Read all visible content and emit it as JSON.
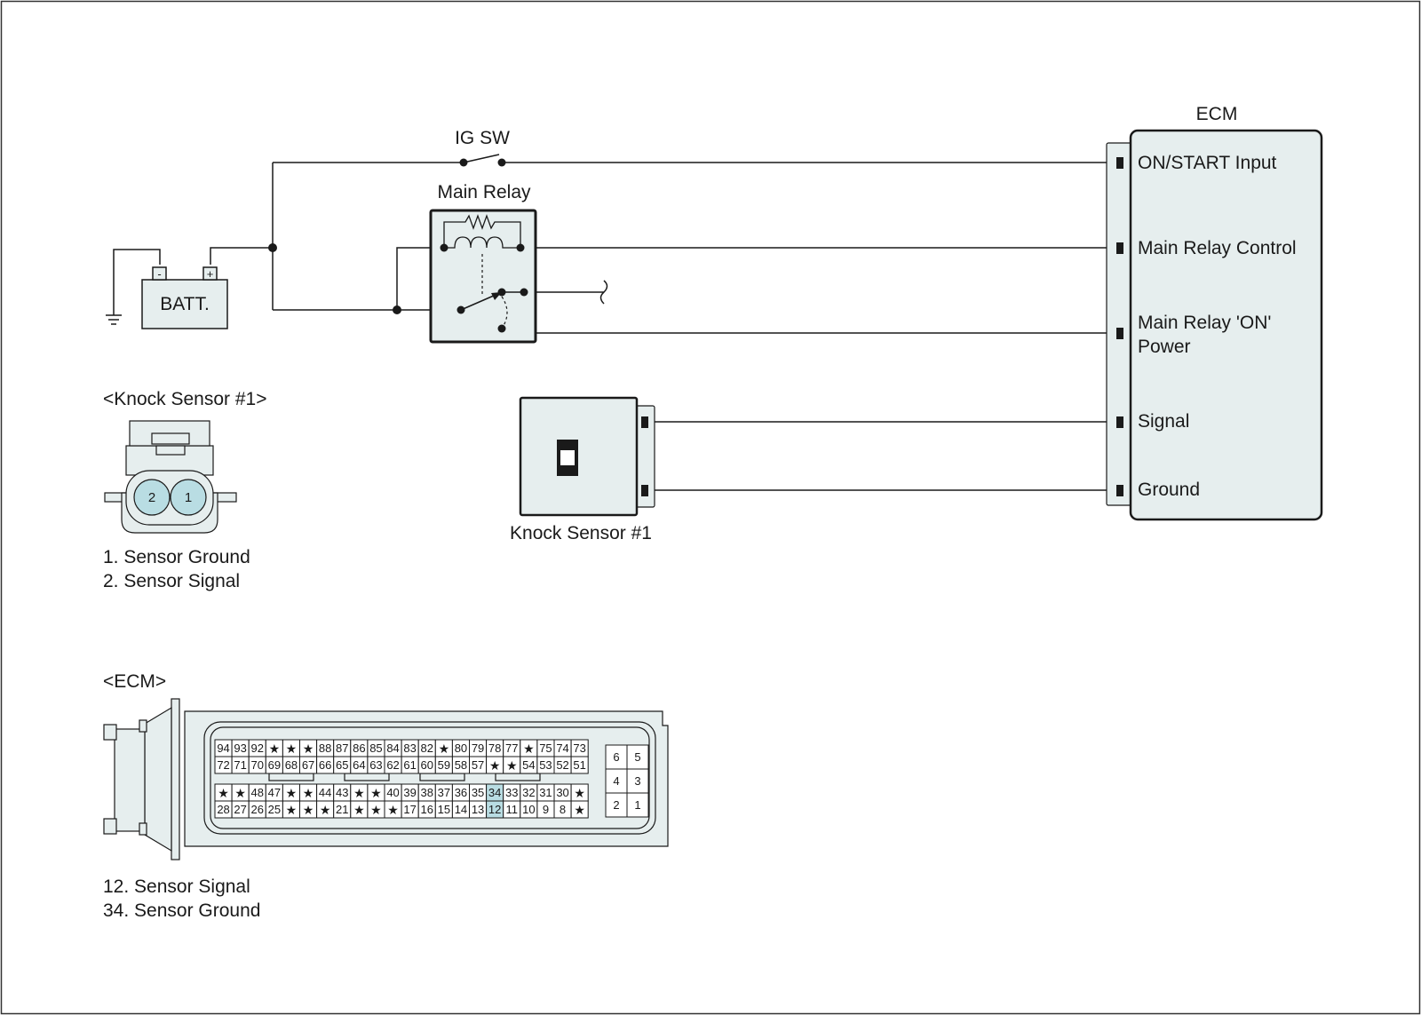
{
  "labels": {
    "ig_sw": "IG SW",
    "main_relay": "Main Relay",
    "batt": "BATT.",
    "batt_minus": "-",
    "batt_plus": "+",
    "ecm_title": "ECM",
    "knock_sensor_header": "<Knock Sensor #1>",
    "knock_sensor_label": "Knock Sensor #1",
    "ecm_connector_header": "<ECM>"
  },
  "ecm_pins": [
    {
      "label": "ON/START Input"
    },
    {
      "label": "Main Relay Control"
    },
    {
      "label": "Main Relay 'ON'",
      "label2": "Power"
    },
    {
      "label": "Signal"
    },
    {
      "label": "Ground"
    }
  ],
  "knock_connector": {
    "pins": [
      "2",
      "1"
    ],
    "highlight_color": "#b9dde3",
    "legend": [
      "1. Sensor Ground",
      "2. Sensor Signal"
    ]
  },
  "ecm_connector": {
    "row1": [
      "94",
      "93",
      "92",
      "*",
      "*",
      "*",
      "88",
      "87",
      "86",
      "85",
      "84",
      "83",
      "82",
      "*",
      "80",
      "79",
      "78",
      "77",
      "*",
      "75",
      "74",
      "73"
    ],
    "row2": [
      "72",
      "71",
      "70",
      "69",
      "68",
      "67",
      "66",
      "65",
      "64",
      "63",
      "62",
      "61",
      "60",
      "59",
      "58",
      "57",
      "*",
      "*",
      "54",
      "53",
      "52",
      "51"
    ],
    "row3": [
      "*",
      "*",
      "48",
      "47",
      "*",
      "*",
      "44",
      "43",
      "*",
      "*",
      "40",
      "39",
      "38",
      "37",
      "36",
      "35",
      "34",
      "33",
      "32",
      "31",
      "30",
      "*"
    ],
    "row4": [
      "28",
      "27",
      "26",
      "25",
      "*",
      "*",
      "*",
      "21",
      "*",
      "*",
      "*",
      "17",
      "16",
      "15",
      "14",
      "13",
      "12",
      "11",
      "10",
      "9",
      "8",
      "*"
    ],
    "highlighted": [
      "34",
      "12"
    ],
    "highlight_color": "#b9dde3",
    "aux_pins": [
      [
        "6",
        "5"
      ],
      [
        "4",
        "3"
      ],
      [
        "2",
        "1"
      ]
    ],
    "legend": [
      "12. Sensor Signal",
      "34. Sensor Ground"
    ]
  },
  "colors": {
    "component_fill": "#e6eeee",
    "line": "#1a1a1a",
    "highlight": "#b9dde3"
  }
}
